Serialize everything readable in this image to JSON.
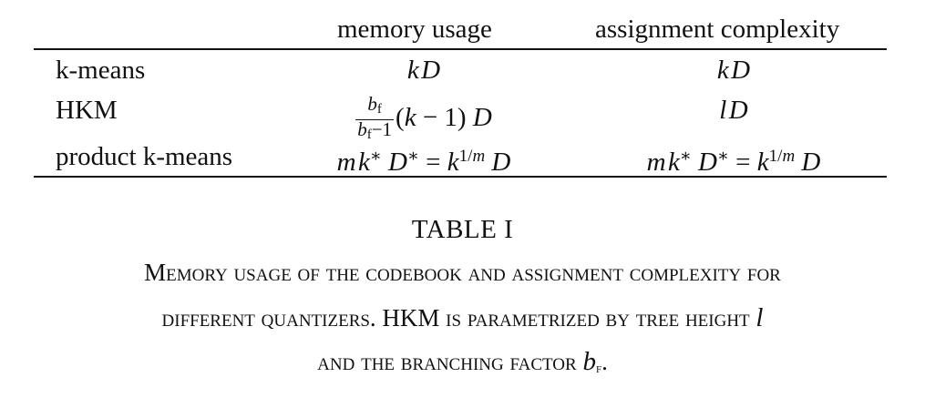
{
  "table": {
    "headers": [
      "memory usage",
      "assignment complexity"
    ],
    "rows": [
      {
        "name": "k-means",
        "memory": "k D",
        "assignment": "k D"
      },
      {
        "name": "HKM",
        "memory": "b_f/(b_f−1) (k − 1) D",
        "assignment": "l D"
      },
      {
        "name": "product k-means",
        "memory": "m k* D* = k^{1/m} D",
        "assignment": "m k* D* = k^{1/m} D"
      }
    ]
  },
  "caption": {
    "title": "TABLE I",
    "line1": "Memory usage of the codebook and assignment complexity for",
    "line2_pre": "different quantizers. HKM is parametrized by tree height ",
    "line2_var": "l",
    "line3_pre": "and the branching factor ",
    "line3_var": "b",
    "line3_sub": "f",
    "line3_post": "."
  }
}
